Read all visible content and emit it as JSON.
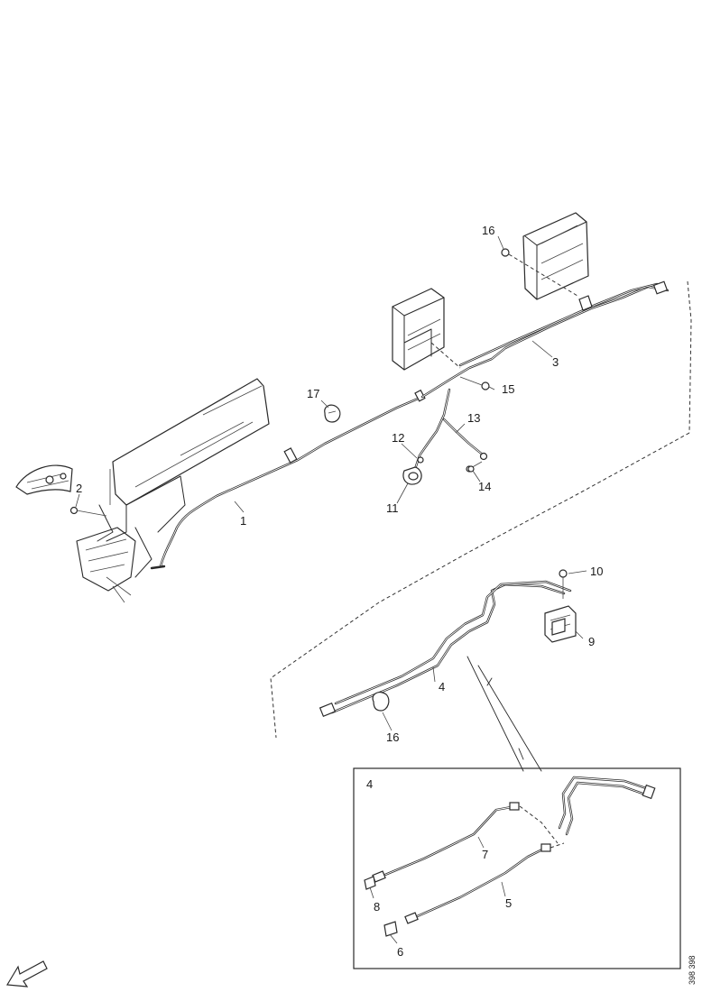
{
  "callouts": {
    "c1": "1",
    "c2": "2",
    "c3": "3",
    "c4": "4",
    "c5": "5",
    "c6": "6",
    "c7": "7",
    "c8": "8",
    "c9": "9",
    "c10": "10",
    "c11": "11",
    "c12": "12",
    "c13": "13",
    "c14": "14",
    "c15": "15",
    "c16a": "16",
    "c16b": "16",
    "c17": "17"
  },
  "detail_box": {
    "label": "4"
  },
  "reference_code": "398 398"
}
